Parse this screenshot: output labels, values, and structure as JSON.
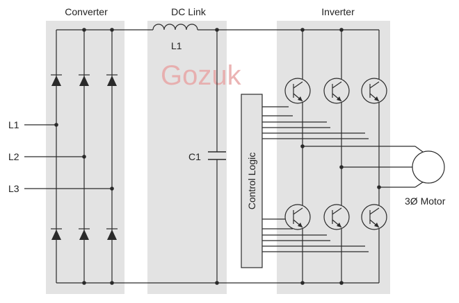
{
  "diagram": {
    "title_converter": "Converter",
    "title_dc_link": "DC Link",
    "title_inverter": "Inverter",
    "watermark": "Gozuk",
    "inputs": [
      "L1",
      "L2",
      "L3"
    ],
    "inductor_label": "L1",
    "capacitor_label": "C1",
    "control_label": "Control Logic",
    "motor_label": "3Ø Motor",
    "colors": {
      "section_bg": "#e3e3e3",
      "wire": "#2a2a2a",
      "watermark": "#e8a7a7"
    }
  }
}
